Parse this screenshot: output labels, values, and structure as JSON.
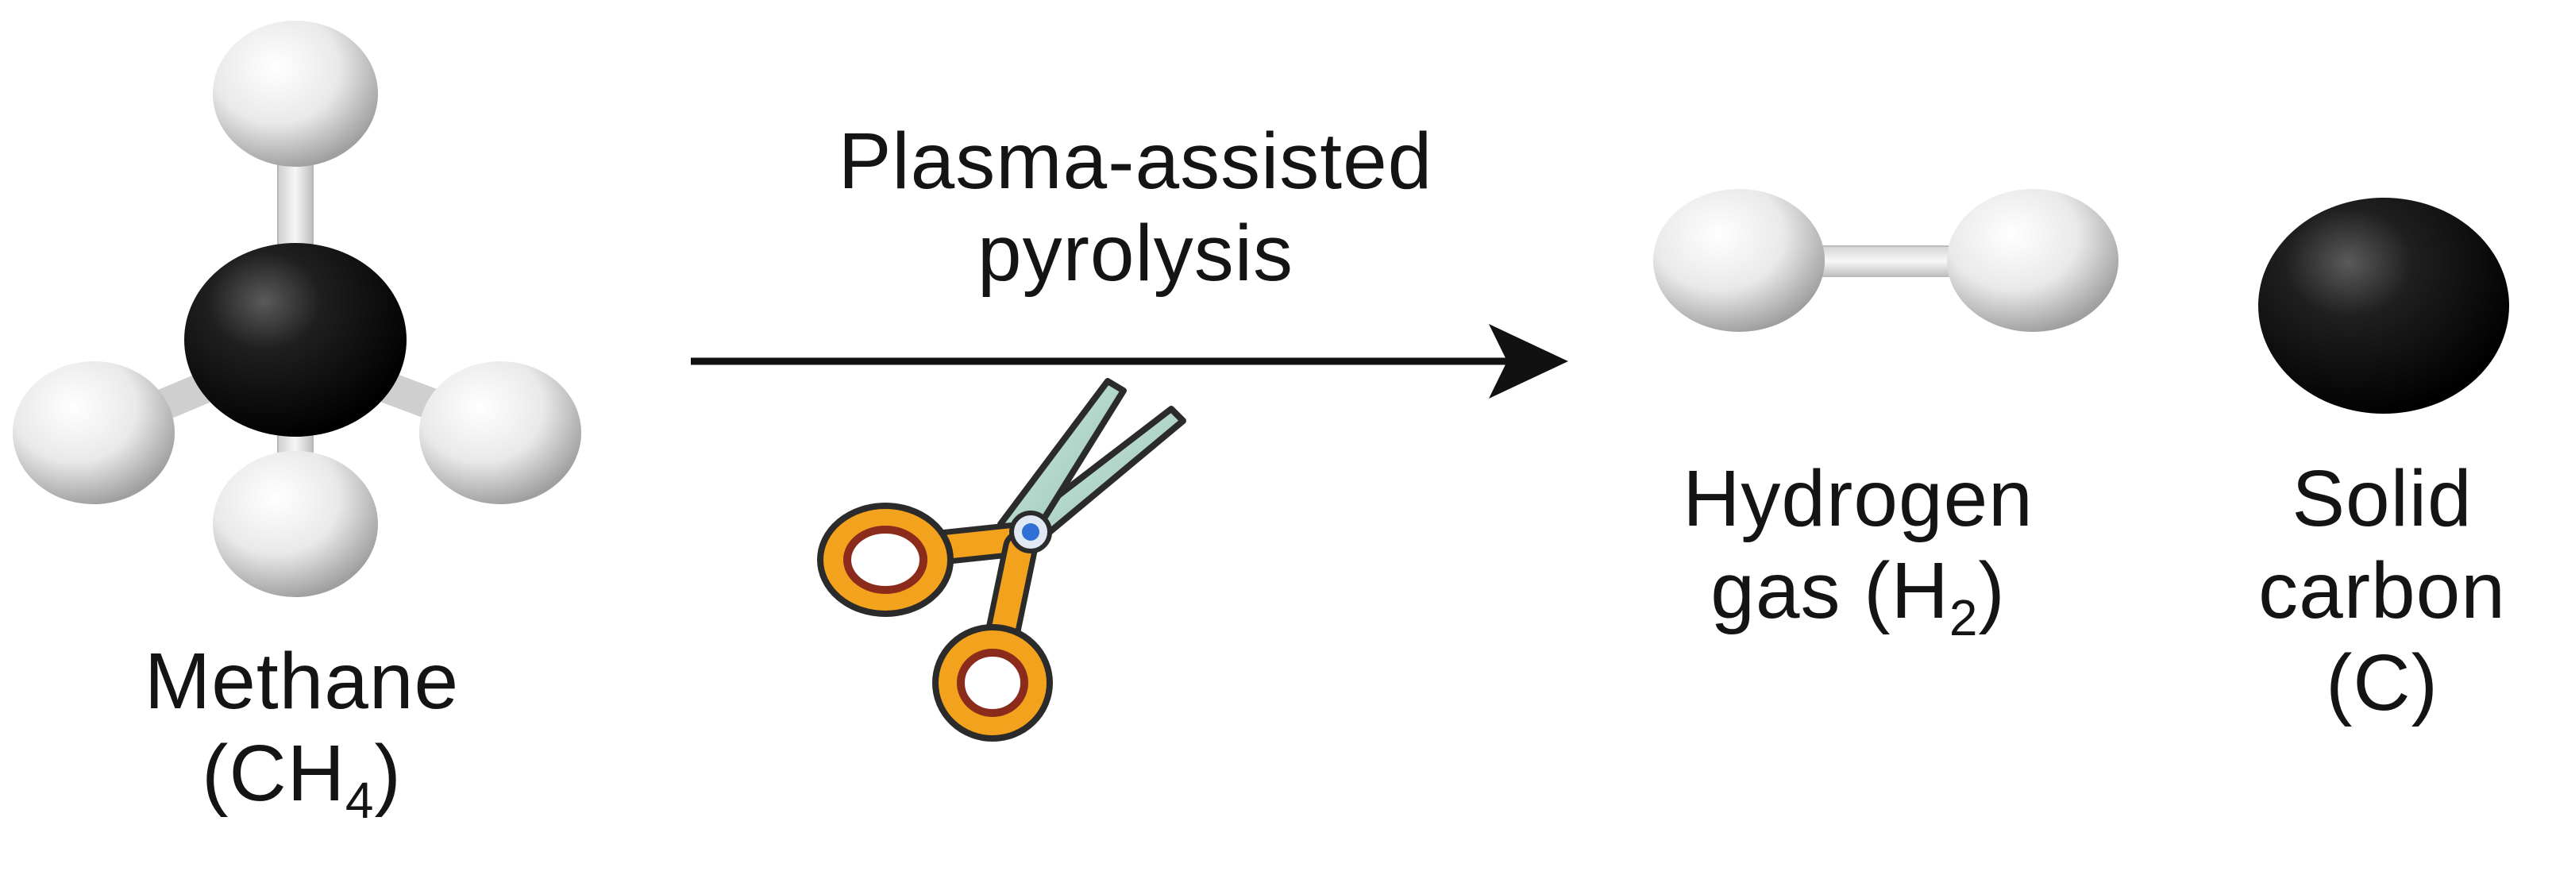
{
  "reactant": {
    "name": "Methane",
    "formula_prefix": "(CH",
    "formula_subscript": "4",
    "formula_suffix": ")"
  },
  "process": {
    "line1": "Plasma-assisted",
    "line2": "pyrolysis",
    "icon": "scissors-icon"
  },
  "products": {
    "hydrogen": {
      "line1": "Hydrogen",
      "line2_prefix": "gas (H",
      "line2_subscript": "2",
      "line2_suffix": ")"
    },
    "carbon": {
      "line1": "Solid",
      "line2": "carbon",
      "line3": "(C)"
    }
  },
  "colors": {
    "hydrogen_atom": "#e6e6e6",
    "carbon_atom": "#141414",
    "scissor_handle": "#f2a21c",
    "scissor_blade": "#a9d3c4",
    "arrow": "#111111"
  }
}
